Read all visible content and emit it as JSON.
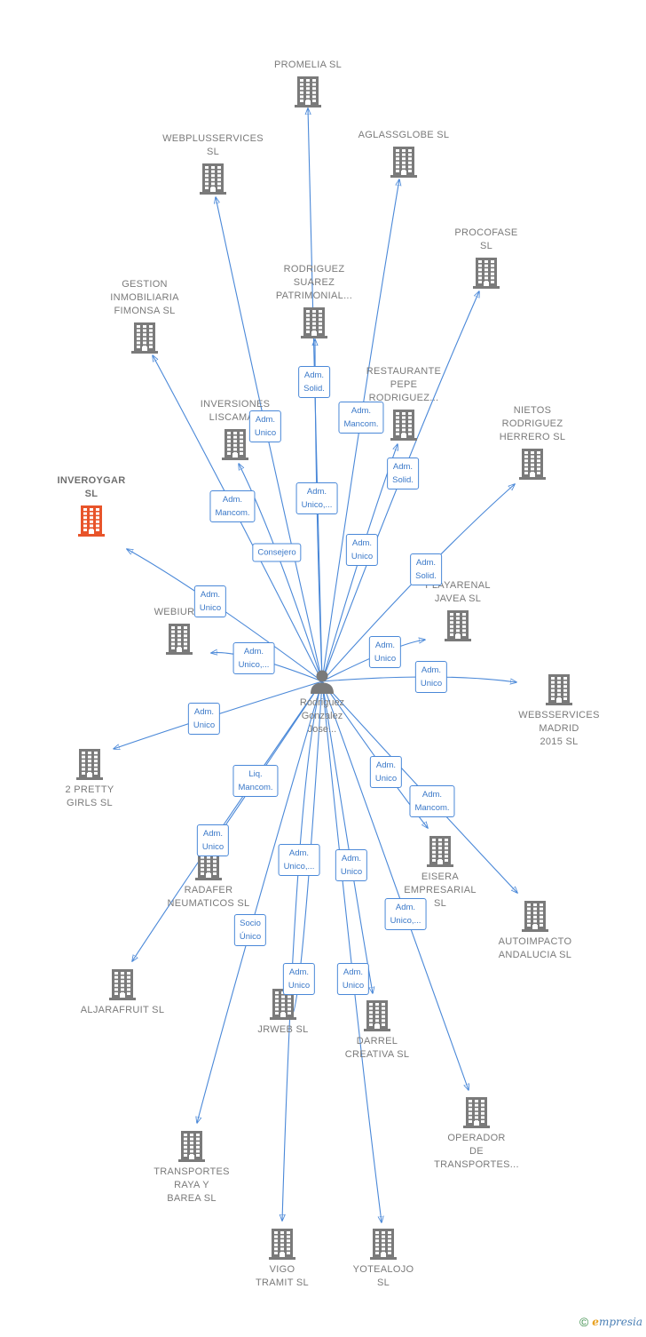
{
  "center": {
    "label": "Rodriguez\nGonzalez\nJose..."
  },
  "colors": {
    "edge": "#4a88d8",
    "building": "#7a7a7a",
    "focus": "#e8542a"
  },
  "footer": {
    "copyright": "©",
    "brand_first": "e",
    "brand_rest": "mpresia"
  },
  "nodes": [
    {
      "id": "promelia",
      "label": "PROMELIA  SL"
    },
    {
      "id": "webplusservices",
      "label": "WEBPLUSSERVICES\nSL"
    },
    {
      "id": "aglassglobe",
      "label": "AGLASSGLOBE SL"
    },
    {
      "id": "procofase",
      "label": "PROCOFASE\nSL"
    },
    {
      "id": "gestion",
      "label": "GESTION\nINMOBILIARIA\nFIMONSA  SL"
    },
    {
      "id": "rodriguez-suarez",
      "label": "RODRIGUEZ\nSUAREZ\nPATRIMONIAL..."
    },
    {
      "id": "restaurante",
      "label": "RESTAURANTE\nPEPE\nRODRIGUEZ..."
    },
    {
      "id": "inversiones",
      "label": "INVERSIONES\nLISCAMAR"
    },
    {
      "id": "nietos",
      "label": "NIETOS\nRODRIGUEZ\nHERRERO SL"
    },
    {
      "id": "inveroygar",
      "label": "INVEROYGAR\nSL",
      "focus": true
    },
    {
      "id": "playarenal",
      "label": "PLAYARENAL\nJAVEA SL"
    },
    {
      "id": "webiuris",
      "label": "WEBIURIS"
    },
    {
      "id": "websservices",
      "label": "WEBSSERVICES\nMADRID\n2015  SL"
    },
    {
      "id": "pretty",
      "label": "2 PRETTY\nGIRLS  SL"
    },
    {
      "id": "eisera",
      "label": "EISERA\nEMPRESARIAL\nSL"
    },
    {
      "id": "autoimpacto",
      "label": "AUTOIMPACTO\nANDALUCIA SL"
    },
    {
      "id": "radafer",
      "label": "RADAFER\nNEUMATICOS SL"
    },
    {
      "id": "aljarafruit",
      "label": "ALJARAFRUIT SL"
    },
    {
      "id": "jrweb",
      "label": "JRWEB  SL"
    },
    {
      "id": "darrel",
      "label": "DARREL\nCREATIVA  SL"
    },
    {
      "id": "operador",
      "label": "OPERADOR\nDE\nTRANSPORTES..."
    },
    {
      "id": "transportes",
      "label": "TRANSPORTES\nRAYA Y\nBAREA  SL"
    },
    {
      "id": "vigo",
      "label": "VIGO\nTRAMIT SL"
    },
    {
      "id": "yotealojo",
      "label": "YOTEALOJO\nSL"
    }
  ],
  "edges": [
    {
      "to": "promelia",
      "label": "Adm.\nSolid."
    },
    {
      "to": "webplusservices",
      "label": "Adm.\nUnico"
    },
    {
      "to": "aglassglobe",
      "label": "Adm.\nMancom."
    },
    {
      "to": "procofase",
      "label": "Adm.\nSolid."
    },
    {
      "to": "gestion",
      "label": "Adm.\nMancom."
    },
    {
      "to": "rodriguez-suarez",
      "label": "Adm.\nUnico,..."
    },
    {
      "to": "restaurante",
      "label": "Adm.\nUnico"
    },
    {
      "to": "inversiones",
      "label": "Consejero"
    },
    {
      "to": "nietos",
      "label": "Adm.\nSolid."
    },
    {
      "to": "inveroygar",
      "label": "Adm.\nUnico"
    },
    {
      "to": "playarenal",
      "label": "Adm.\nUnico"
    },
    {
      "to": "webiuris",
      "label": "Adm.\nUnico,..."
    },
    {
      "to": "websservices",
      "label": "Adm.\nUnico"
    },
    {
      "to": "pretty",
      "label": "Adm.\nUnico"
    },
    {
      "to": "eisera",
      "label": "Adm.\nUnico"
    },
    {
      "to": "autoimpacto",
      "label": "Adm.\nMancom."
    },
    {
      "to": "radafer",
      "label": "Liq.\nMancom."
    },
    {
      "to": "aljarafruit",
      "label": "Adm.\nUnico"
    },
    {
      "to": "jrweb",
      "label": "Adm.\nUnico"
    },
    {
      "to": "darrel",
      "label": "Adm.\nUnico"
    },
    {
      "to": "operador",
      "label": "Adm.\nUnico,..."
    },
    {
      "to": "transportes",
      "label": "Socio\nÚnico"
    },
    {
      "to": "vigo",
      "label": "Adm.\nUnico,..."
    },
    {
      "to": "yotealojo",
      "label": "Adm.\nUnico"
    }
  ]
}
